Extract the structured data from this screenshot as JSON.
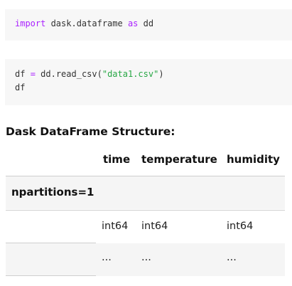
{
  "cells": [
    {
      "line1": {
        "kw1": "import",
        "mod": " dask.dataframe ",
        "kw2": "as",
        "alias": " dd"
      }
    },
    {
      "line1": {
        "lhs": "df ",
        "eq": "=",
        "call": " dd.read_csv(",
        "arg": "\"data1.csv\"",
        "close": ")"
      },
      "line2": "df"
    }
  ],
  "output": {
    "title": "Dask DataFrame Structure:",
    "columns": [
      "time",
      "temperature",
      "humidity"
    ],
    "npartitions_label": "npartitions=1",
    "dtypes": [
      "int64",
      "int64",
      "int64"
    ],
    "ellipsis": [
      "...",
      "...",
      "..."
    ]
  }
}
